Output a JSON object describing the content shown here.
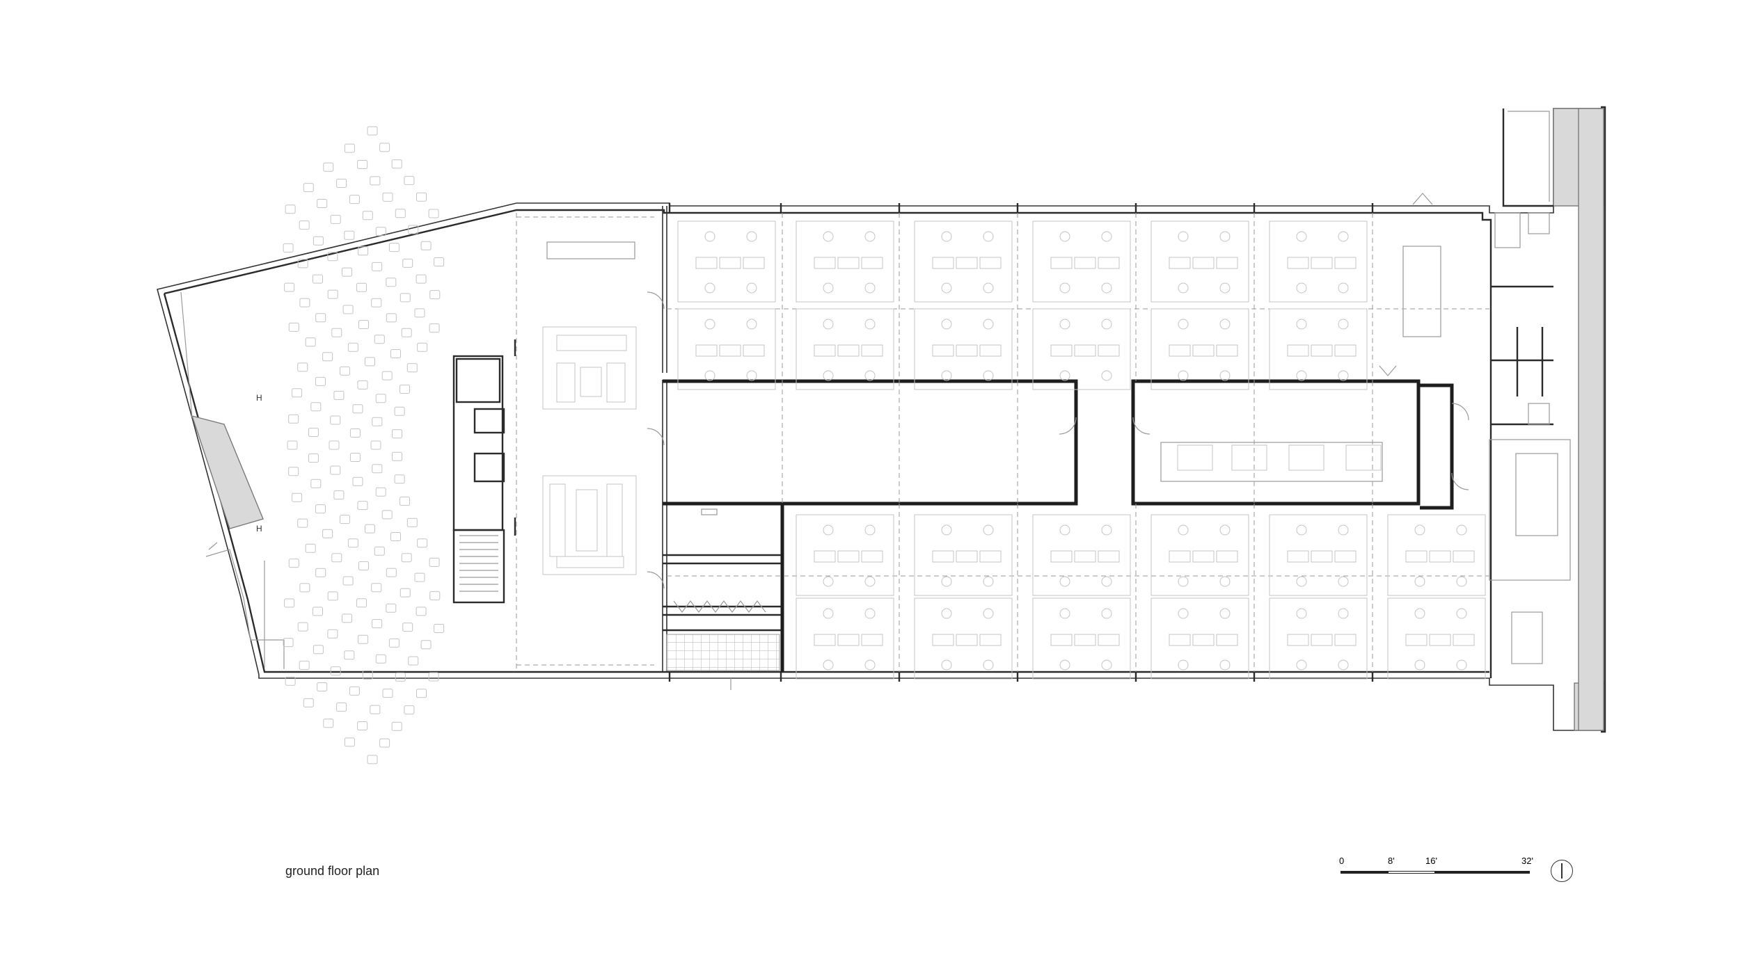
{
  "plan": {
    "title": "ground floor plan"
  },
  "scale_bar": {
    "ticks": [
      "0",
      "8'",
      "16'",
      "32'"
    ]
  },
  "symbols": {
    "north_arrow": "north-arrow-icon"
  },
  "colors": {
    "line": "#2b2b2b",
    "light_line": "#9a9a9a",
    "hatch": "#d9d9d9"
  }
}
